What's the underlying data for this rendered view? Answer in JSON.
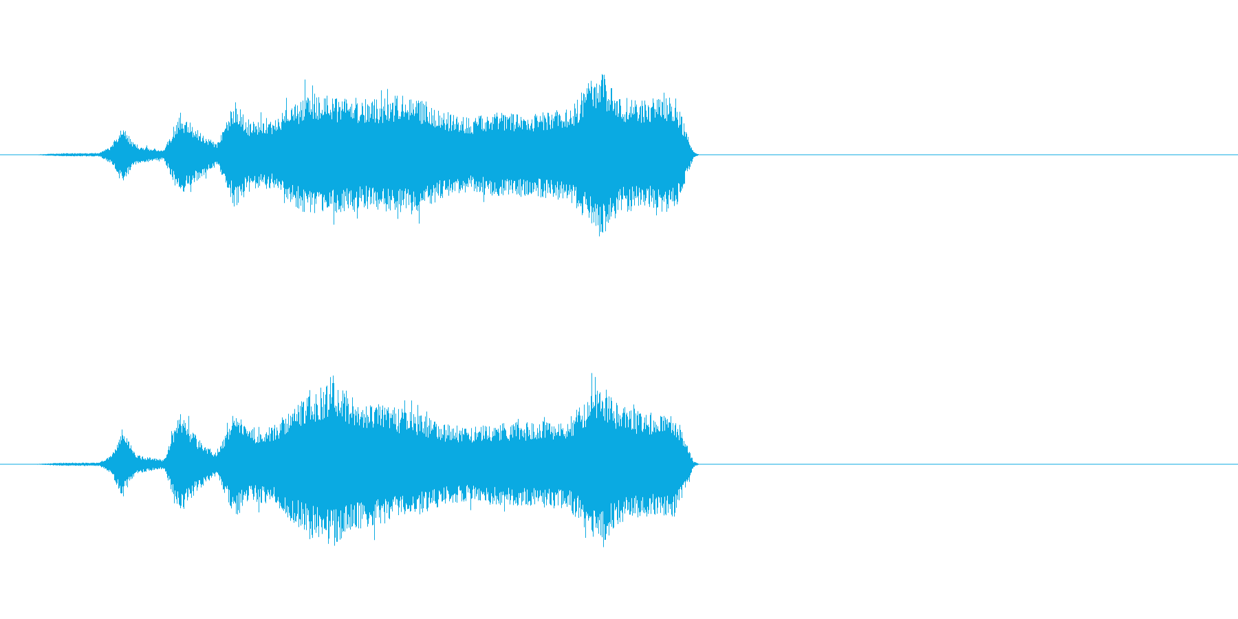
{
  "waveform": {
    "color": "#0AAAE2",
    "background": "#FFFFFF",
    "channels": [
      {
        "name": "left",
        "amplitude_envelope": [
          [
            0.0,
            0.0
          ],
          [
            0.028,
            0.002
          ],
          [
            0.05,
            0.01
          ],
          [
            0.07,
            0.01
          ],
          [
            0.08,
            0.012
          ],
          [
            0.09,
            0.06
          ],
          [
            0.098,
            0.19
          ],
          [
            0.11,
            0.06
          ],
          [
            0.132,
            0.03
          ],
          [
            0.145,
            0.28
          ],
          [
            0.16,
            0.16
          ],
          [
            0.175,
            0.07
          ],
          [
            0.19,
            0.36
          ],
          [
            0.2,
            0.22
          ],
          [
            0.22,
            0.22
          ],
          [
            0.25,
            0.42
          ],
          [
            0.27,
            0.38
          ],
          [
            0.3,
            0.36
          ],
          [
            0.33,
            0.4
          ],
          [
            0.36,
            0.28
          ],
          [
            0.38,
            0.24
          ],
          [
            0.4,
            0.28
          ],
          [
            0.43,
            0.27
          ],
          [
            0.46,
            0.3
          ],
          [
            0.484,
            0.56
          ],
          [
            0.5,
            0.38
          ],
          [
            0.52,
            0.36
          ],
          [
            0.545,
            0.38
          ],
          [
            0.56,
            0.02
          ],
          [
            0.565,
            0.0
          ],
          [
            1.0,
            0.0
          ]
        ]
      },
      {
        "name": "right",
        "amplitude_envelope": [
          [
            0.0,
            0.0
          ],
          [
            0.028,
            0.002
          ],
          [
            0.05,
            0.01
          ],
          [
            0.07,
            0.01
          ],
          [
            0.08,
            0.012
          ],
          [
            0.09,
            0.06
          ],
          [
            0.098,
            0.23
          ],
          [
            0.11,
            0.06
          ],
          [
            0.132,
            0.03
          ],
          [
            0.145,
            0.33
          ],
          [
            0.16,
            0.17
          ],
          [
            0.175,
            0.07
          ],
          [
            0.19,
            0.36
          ],
          [
            0.2,
            0.24
          ],
          [
            0.22,
            0.26
          ],
          [
            0.25,
            0.48
          ],
          [
            0.27,
            0.53
          ],
          [
            0.29,
            0.42
          ],
          [
            0.33,
            0.35
          ],
          [
            0.36,
            0.26
          ],
          [
            0.38,
            0.24
          ],
          [
            0.41,
            0.27
          ],
          [
            0.44,
            0.28
          ],
          [
            0.46,
            0.3
          ],
          [
            0.484,
            0.54
          ],
          [
            0.5,
            0.38
          ],
          [
            0.525,
            0.34
          ],
          [
            0.545,
            0.34
          ],
          [
            0.56,
            0.02
          ],
          [
            0.565,
            0.0
          ],
          [
            1.0,
            0.0
          ]
        ]
      }
    ]
  }
}
